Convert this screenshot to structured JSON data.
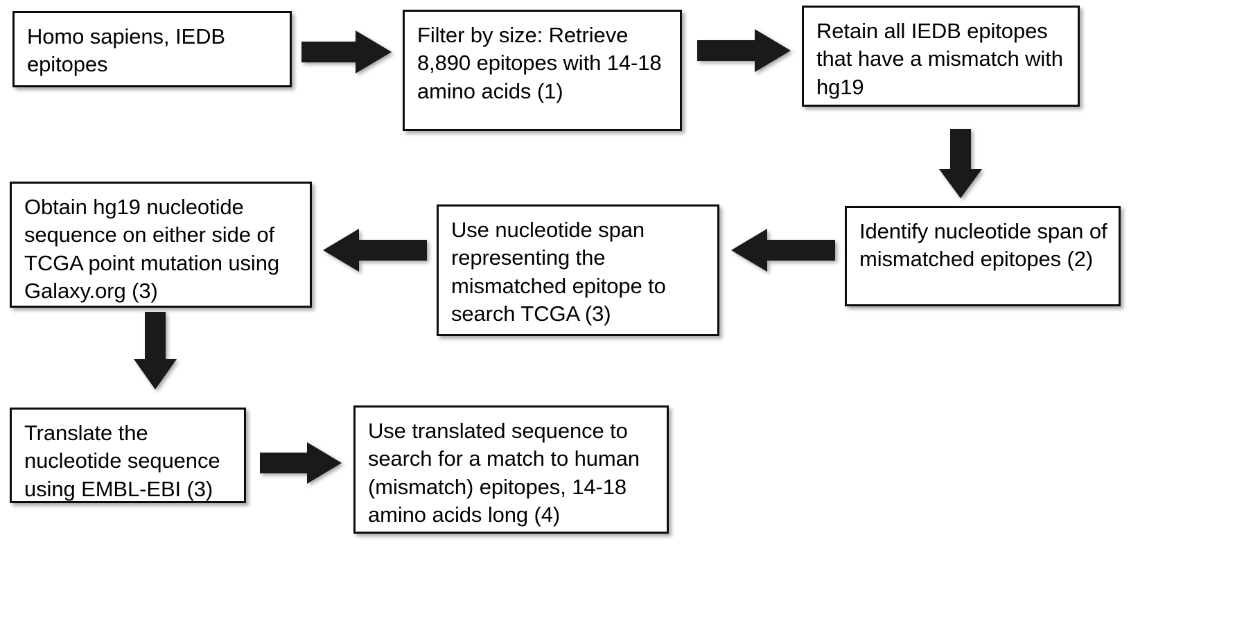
{
  "diagram": {
    "title": "IEDB epitope to TCGA mutation analysis workflow",
    "type": "flowchart",
    "background_color": "#ffffff",
    "box_border_color": "#0d0d0d",
    "arrow_color": "#1a1a1a",
    "text_color": "#000000",
    "nodes": [
      {
        "id": "node-1",
        "step": 1,
        "text": "Homo sapiens, IEDB epitopes"
      },
      {
        "id": "node-2",
        "step": 2,
        "text": "Filter by size: Retrieve 8,890 epitopes with 14-18 amino acids (1)"
      },
      {
        "id": "node-3",
        "step": 3,
        "text": "Retain all IEDB epitopes that have a mismatch with hg19"
      },
      {
        "id": "node-4",
        "step": 4,
        "text": "Identify nucleotide span of mismatched epitopes (2)"
      },
      {
        "id": "node-5",
        "step": 5,
        "text": "Use nucleotide span representing the mismatched epitope to search TCGA (3)"
      },
      {
        "id": "node-6",
        "step": 6,
        "text": "Obtain hg19 nucleotide sequence on either side of TCGA point mutation using Galaxy.org (3)"
      },
      {
        "id": "node-7",
        "step": 7,
        "text": "Translate the nucleotide sequence using EMBL-EBI (3)"
      },
      {
        "id": "node-8",
        "step": 8,
        "text": "Use translated sequence to search for a match to human (mismatch) epitopes, 14-18 amino acids long (4)"
      }
    ],
    "arrows": [
      {
        "id": "arrow-1",
        "from": "node-1",
        "to": "node-2",
        "direction": "right"
      },
      {
        "id": "arrow-2",
        "from": "node-2",
        "to": "node-3",
        "direction": "right"
      },
      {
        "id": "arrow-3",
        "from": "node-3",
        "to": "node-4",
        "direction": "down"
      },
      {
        "id": "arrow-4",
        "from": "node-4",
        "to": "node-5",
        "direction": "left"
      },
      {
        "id": "arrow-5",
        "from": "node-5",
        "to": "node-6",
        "direction": "left"
      },
      {
        "id": "arrow-6",
        "from": "node-6",
        "to": "node-7",
        "direction": "down"
      },
      {
        "id": "arrow-7",
        "from": "node-7",
        "to": "node-8",
        "direction": "right"
      }
    ]
  }
}
